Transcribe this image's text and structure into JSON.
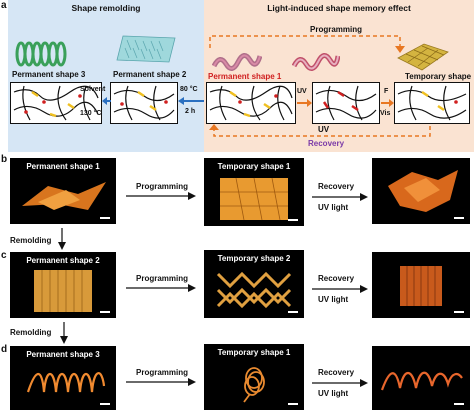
{
  "panels": {
    "a": "a",
    "b": "b",
    "c": "c",
    "d": "d"
  },
  "panel_a": {
    "header_left": "Shape remolding",
    "header_right": "Light-induced shape memory effect",
    "permanent_shape_3": "Permanent shape 3",
    "permanent_shape_2": "Permanent shape 2",
    "permanent_shape_1": "Permanent shape 1",
    "temporary_shape": "Temporary shape",
    "solvent": "Solvent",
    "temp_130": "130 °C",
    "temp_80": "80 °C",
    "time_2h": "2 h",
    "programming": "Programming",
    "uv": "UV",
    "f": "F",
    "vis": "Vis",
    "uv_bottom": "UV",
    "recovery": "Recovery"
  },
  "panel_b": {
    "left_title": "Permanent shape 1",
    "middle_title": "Temporary shape 1",
    "arrow1": "Programming",
    "arrow2_top": "Recovery",
    "arrow2_bottom": "UV light"
  },
  "panel_c": {
    "left_title": "Permanent shape 2",
    "middle_title": "Temporary shape 2",
    "arrow1": "Programming",
    "arrow2_top": "Recovery",
    "arrow2_bottom": "UV light"
  },
  "panel_d": {
    "left_title": "Permanent shape 3",
    "middle_title": "Temporary shape 1",
    "arrow1": "Programming",
    "arrow2_top": "Recovery",
    "arrow2_bottom": "UV light"
  },
  "between": {
    "remolding_1": "Remolding",
    "remolding_2": "Remolding"
  },
  "colors": {
    "left_bg": "#d6e6f5",
    "right_bg": "#fae3d2",
    "orange": "#e87722",
    "blue": "#2a6fc0",
    "red": "#d02020",
    "purple": "#7a3aa8",
    "photo_bg": "#000000"
  }
}
